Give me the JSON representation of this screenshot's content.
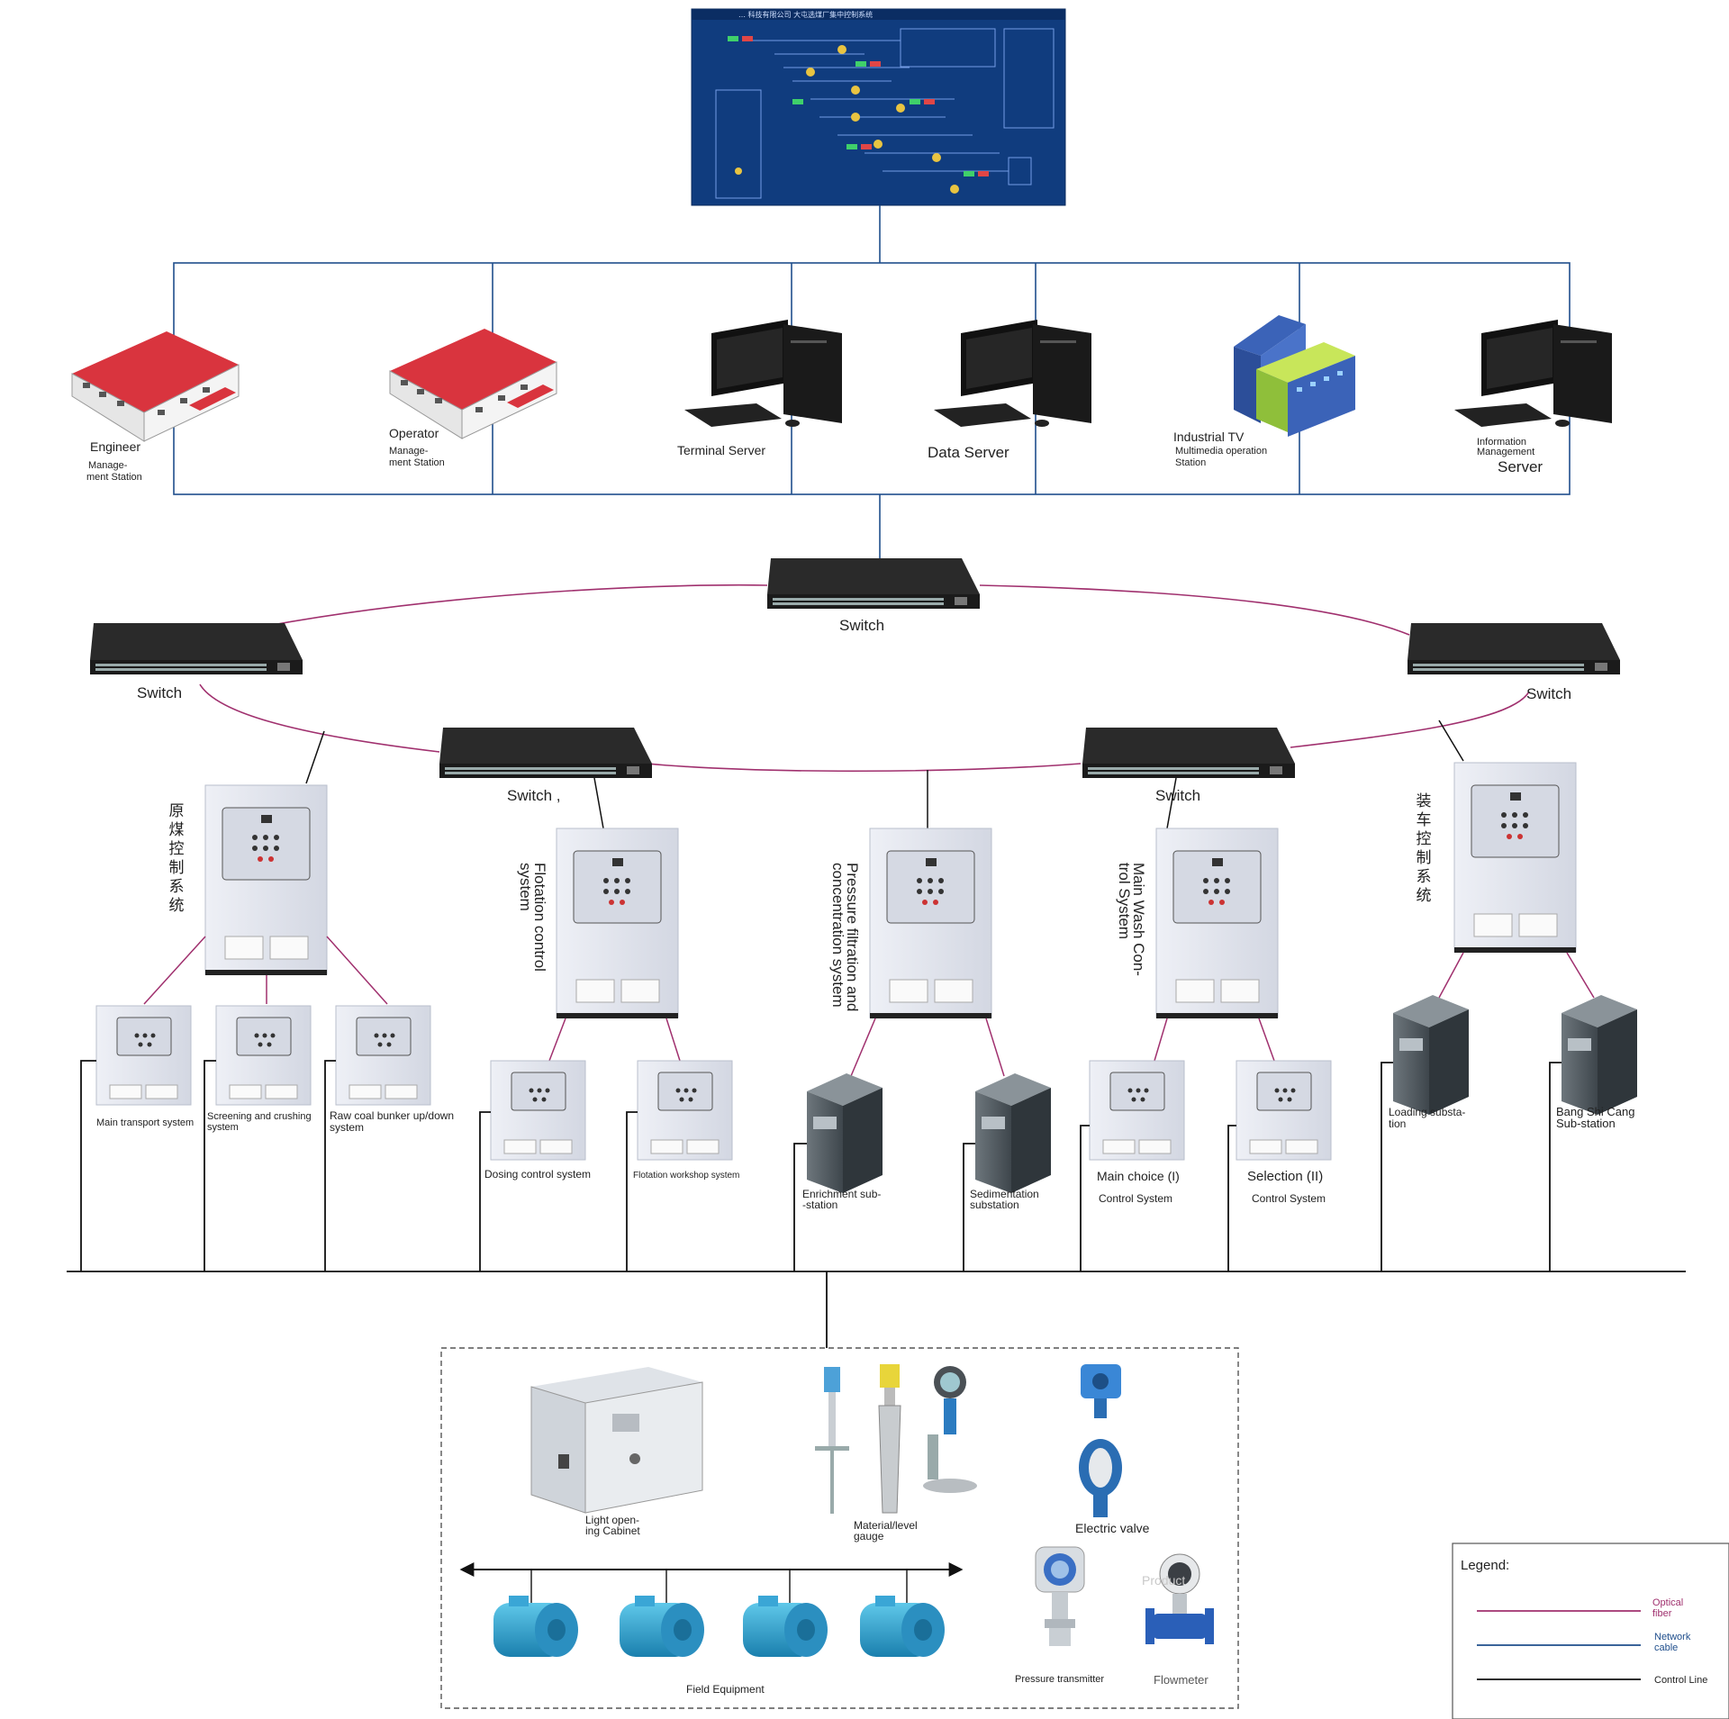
{
  "top_screen": {
    "header": "… 科技有限公司   大屯选煤厂集中控制系统"
  },
  "stations": [
    {
      "id": "engineer",
      "title": "Engineer",
      "sub1": "Manage-",
      "sub2": "ment Station"
    },
    {
      "id": "operator",
      "title": "Operator",
      "sub1": "Manage-",
      "sub2": "ment Station"
    },
    {
      "id": "terminal",
      "title": "Terminal Server"
    },
    {
      "id": "data",
      "title": "Data Server"
    },
    {
      "id": "itv",
      "title": "Industrial TV",
      "sub1": "Multimedia operation",
      "sub2": "Station"
    },
    {
      "id": "info",
      "sub1": "Information",
      "sub2": "Management",
      "title": "Server"
    }
  ],
  "switches": {
    "top": "Switch",
    "left": "Switch",
    "right": "Switch",
    "mid_left": "Switch ,",
    "mid_right": "Switch"
  },
  "systems": {
    "raw_coal": "原煤控制系统",
    "flotation_1": "Flotation control",
    "flotation_2": "system",
    "pressure_1": "Pressure filtration and",
    "pressure_2": "concentration system",
    "mainwash_1": "Main Wash Con-",
    "mainwash_2": "trol System",
    "loading": "装车控制系统"
  },
  "sub_units": {
    "main_transport": "Main transport system",
    "screening_1": "Screening and crushing",
    "screening_2": "system",
    "raw_bunker_1": "Raw coal bunker up/down",
    "raw_bunker_2": "system",
    "dosing": "Dosing control system",
    "flotation_ws": "Flotation workshop system",
    "enrichment_1": "Enrichment sub-",
    "enrichment_2": "-station",
    "sedimentation_1": "Sedimentation",
    "sedimentation_2": "substation",
    "main_choice_1": "Main choice (I)",
    "main_choice_2": "Control System",
    "selection_1": "Selection (II)",
    "selection_2": "Control System",
    "loading_sub_1": "Loading substa-",
    "loading_sub_2": "tion",
    "bang_1": "Bang Shi Cang",
    "bang_2": "Sub-station"
  },
  "field": {
    "cabinet_1": "Light open-",
    "cabinet_2": "ing Cabinet",
    "gauge_1": "Material/level",
    "gauge_2": "gauge",
    "valve": "Electric valve",
    "product": "Product",
    "pressure_tx": "Pressure transmitter",
    "flowmeter": "Flowmeter",
    "field_equipment": "Field Equipment"
  },
  "legend": {
    "title": "Legend:",
    "optical_1": "Optical",
    "optical_2": "fiber",
    "network_1": "Network",
    "network_2": "cable",
    "control": "Control Line"
  },
  "colors": {
    "optical": "#a0306e",
    "network": "#1f4e8c",
    "control": "#111111",
    "screen": "#0f3a7a",
    "roof": "#d9343e"
  }
}
